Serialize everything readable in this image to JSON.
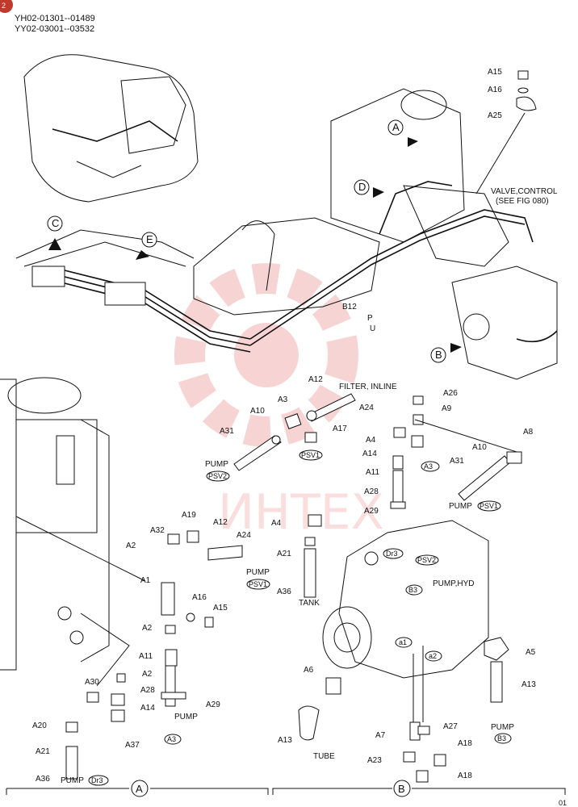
{
  "header": {
    "line1": "YH02-01301--01489",
    "line2": "YY02-03001--03532",
    "badge": "2"
  },
  "watermark": {
    "text": "ИНТЕХ",
    "color": "#f2a0a0"
  },
  "views": {
    "A": "A",
    "B": "B",
    "C": "C",
    "D": "D",
    "E": "E"
  },
  "notes": {
    "valve": [
      "VALVE,CONTROL",
      "(SEE FIG 080)"
    ],
    "pump": "PUMP",
    "filter": "FILTER, INLINE",
    "pump_hyd": "PUMP,HYD",
    "tank": "TANK",
    "tube": "TUBE"
  },
  "ovals": {
    "psv1": "PSV1",
    "psv2": "PSV2",
    "a3": "A3",
    "dr3": "Dr3",
    "b3": "B3",
    "a1": "a1",
    "a2": "a2"
  },
  "parts": {
    "A1": "A1",
    "A2": "A2",
    "A3": "A3",
    "A4": "A4",
    "A5": "A5",
    "A6": "A6",
    "A7": "A7",
    "A8": "A8",
    "A9": "A9",
    "A10": "A10",
    "A11": "A11",
    "A12": "A12",
    "A13": "A13",
    "A14": "A14",
    "A15": "A15",
    "A16": "A16",
    "A17": "A17",
    "A18": "A18",
    "A19": "A19",
    "A20": "A20",
    "A21": "A21",
    "A23": "A23",
    "A24": "A24",
    "A25": "A25",
    "A26": "A26",
    "A27": "A27",
    "A28": "A28",
    "A29": "A29",
    "A30": "A30",
    "A31": "A31",
    "A32": "A32",
    "A36": "A36",
    "A37": "A37",
    "B12": "B12"
  },
  "footer_page": "01"
}
